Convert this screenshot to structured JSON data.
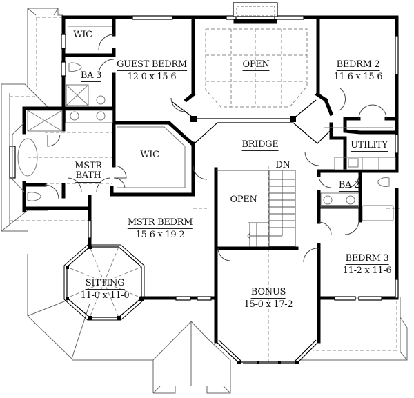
{
  "plan": {
    "rooms": [
      {
        "id": "wic-guest",
        "name": "WIC",
        "dims": ""
      },
      {
        "id": "guest-bedrm",
        "name": "GUEST BEDRM",
        "dims": "12-0 x 15-6"
      },
      {
        "id": "open-upper",
        "name": "OPEN",
        "dims": ""
      },
      {
        "id": "bedrm-2",
        "name": "BEDRM 2",
        "dims": "11-6 x 15-6"
      },
      {
        "id": "ba-3",
        "name": "BA 3",
        "dims": ""
      },
      {
        "id": "bridge",
        "name": "BRIDGE",
        "dims": ""
      },
      {
        "id": "utility",
        "name": "UTILITY",
        "dims": ""
      },
      {
        "id": "wic-master",
        "name": "WIC",
        "dims": ""
      },
      {
        "id": "mstr-bath",
        "name": "MSTR",
        "name2": "BATH",
        "dims": ""
      },
      {
        "id": "ba-2",
        "name": "BA 2",
        "dims": ""
      },
      {
        "id": "open-stair",
        "name": "OPEN",
        "dims": ""
      },
      {
        "id": "mstr-bedrm",
        "name": "MSTR BEDRM",
        "dims": "15-6 x 19-2"
      },
      {
        "id": "bedrm-3",
        "name": "BEDRM 3",
        "dims": "11-2 x 11-6"
      },
      {
        "id": "sitting",
        "name": "SITTING",
        "dims": "11-0 x 11-0"
      },
      {
        "id": "bonus",
        "name": "BONUS",
        "dims": "15-0 x 17-2"
      }
    ],
    "stair_label": "DN",
    "colors": {
      "wall": "#000000",
      "line": "#555555",
      "dashed": "#888888",
      "background": "#ffffff"
    }
  }
}
